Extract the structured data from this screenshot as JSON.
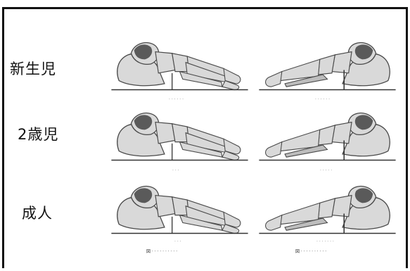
{
  "labels": {
    "newborn": "新生児",
    "age2": "2歳児",
    "adult": "成人"
  },
  "sub_captions": {
    "newborn_left": "· · · · · ·",
    "newborn_right": "· · · · · ·",
    "age2_left": "· ·  ·",
    "age2_right": "· · · ·  ·",
    "adult_left": "· · ·",
    "adult_right": "· · · · · · ·"
  },
  "bottom_captions": {
    "left": "図 ·  ·  ·  ·  ·  ·  ·  ·  ·  ·",
    "right": "図 ·  ·  ·  ·  ·  ·  ·  ·  ·  ·"
  },
  "colors": {
    "bone_fill": "#d9d9d9",
    "bone_stroke": "#4a4a4a",
    "talus_dark": "#5a5a5a",
    "ground": "#333333"
  }
}
